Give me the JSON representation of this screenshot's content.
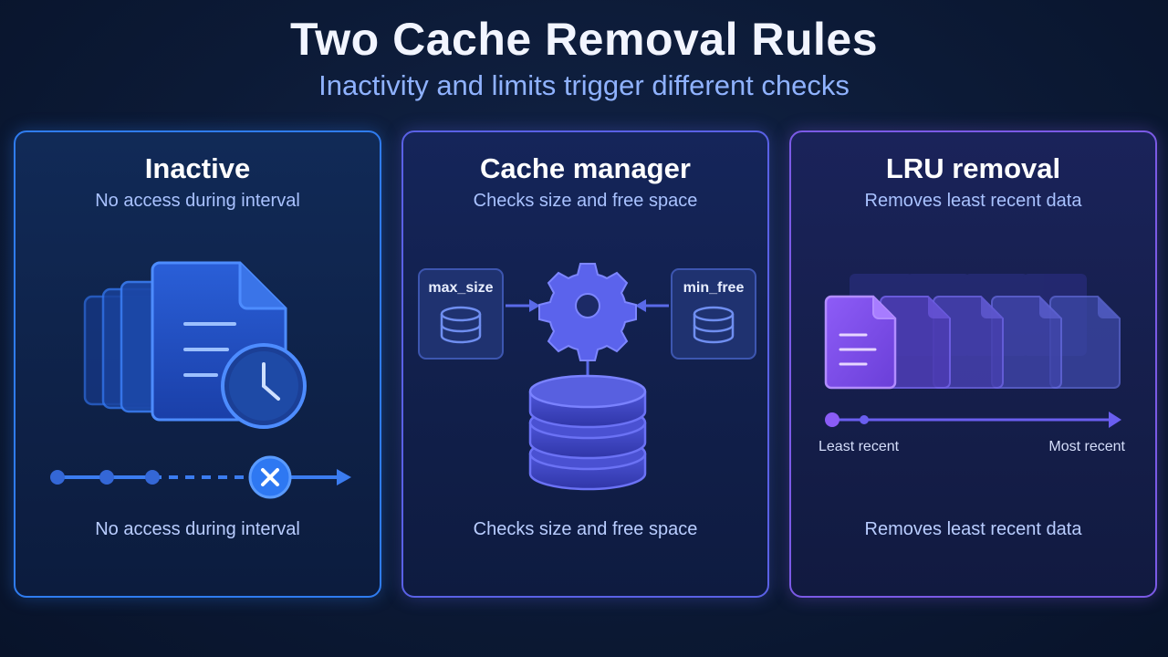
{
  "title": "Two Cache Removal Rules",
  "subtitle": "Inactivity and limits trigger different checks",
  "panels": [
    {
      "title": "Inactive",
      "subtitle": "No access during interval",
      "footer": "No access during interval",
      "icons": [
        "document-stack-icon",
        "clock-icon",
        "timeline-icon",
        "x-mark-icon"
      ]
    },
    {
      "title": "Cache manager",
      "subtitle": "Checks size and free space",
      "footer": "Checks size and free space",
      "inputs": [
        {
          "label": "max_size",
          "icon": "database-icon"
        },
        {
          "label": "min_free",
          "icon": "database-icon"
        }
      ],
      "icons": [
        "gear-icon",
        "database-stack-icon"
      ]
    },
    {
      "title": "LRU removal",
      "subtitle": "Removes least recent data",
      "footer": "Removes least recent data",
      "axis": {
        "start": "Least recent",
        "end": "Most recent"
      },
      "icons": [
        "document-row-icon",
        "arrow-icon"
      ]
    }
  ],
  "colors": {
    "background": "#0c1a36",
    "panel1_accent": "#2f7cf0",
    "panel2_accent": "#5a61e6",
    "panel3_accent": "#7b5ae6",
    "highlight_document": "#8b5cf6"
  }
}
